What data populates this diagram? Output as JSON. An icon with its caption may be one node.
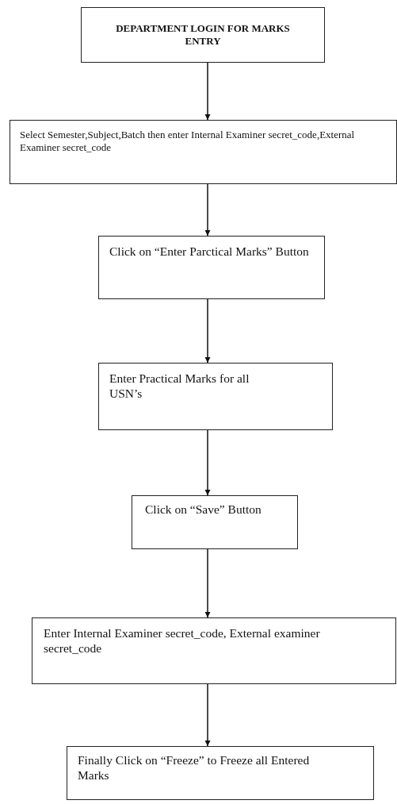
{
  "diagram": {
    "nodes": [
      {
        "text": [
          "DEPARTMENT LOGIN FOR MARKS ENTRY"
        ]
      },
      {
        "text": [
          "Select Semester,Subject,Batch then enter Internal Examiner secret_code,External Examiner secret_code"
        ]
      },
      {
        "text": [
          "Click on “Enter Parctical Marks” Button"
        ]
      },
      {
        "text": [
          "Enter Practical Marks for all USN’s"
        ]
      },
      {
        "text": [
          "Click on “Save” Button"
        ]
      },
      {
        "text": [
          "Enter Internal Examiner secret_code, External examiner secret_code"
        ]
      },
      {
        "text": [
          "Finally Click on “Freeze” to Freeze all Entered Marks"
        ]
      }
    ],
    "edges": [
      {
        "from": 0,
        "to": 1,
        "arrow": "to"
      },
      {
        "from": 1,
        "to": 2,
        "arrow": "to"
      },
      {
        "from": 2,
        "to": 3,
        "arrow": "to"
      },
      {
        "from": 3,
        "to": 4,
        "arrow": "to"
      },
      {
        "from": 4,
        "to": 5,
        "arrow": "to"
      },
      {
        "from": 5,
        "to": 6,
        "arrow": "to"
      }
    ]
  }
}
